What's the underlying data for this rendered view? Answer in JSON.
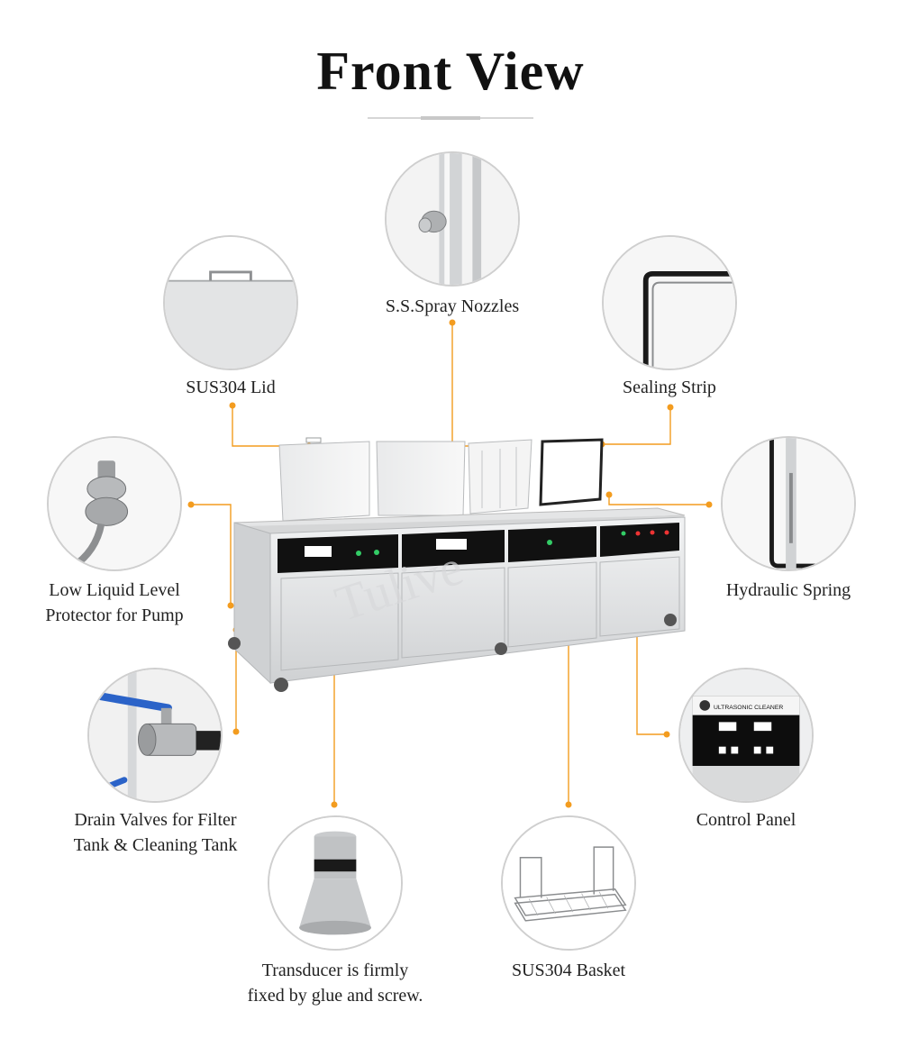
{
  "title": "Front View",
  "machine": {
    "watermark": "Tulive"
  },
  "features": {
    "lid": {
      "label": "SUS304 Lid",
      "icon": "lid-icon"
    },
    "nozzles": {
      "label": "S.S.Spray Nozzles",
      "icon": "spray-nozzle-icon"
    },
    "sealing": {
      "label": "Sealing Strip",
      "icon": "sealing-strip-icon"
    },
    "level": {
      "label_line1": "Low Liquid Level",
      "label_line2": "Protector for Pump",
      "icon": "liquid-level-sensor-icon"
    },
    "spring": {
      "label": "Hydraulic Spring",
      "icon": "hydraulic-spring-icon"
    },
    "valves": {
      "label_line1": "Drain Valves for Filter",
      "label_line2": "Tank & Cleaning Tank",
      "icon": "drain-valve-icon"
    },
    "control": {
      "label": "Control Panel",
      "panel_text": "ULTRASONIC CLEANER",
      "icon": "control-panel-icon"
    },
    "transducer": {
      "label_line1": "Transducer is firmly",
      "label_line2": "fixed by glue and screw.",
      "icon": "transducer-icon"
    },
    "basket": {
      "label": "SUS304 Basket",
      "icon": "basket-icon"
    }
  },
  "colors": {
    "accent": "#f39c1f",
    "circle_border": "#cfcfcf",
    "steel": "#d9dadc",
    "panel": "#111111"
  }
}
